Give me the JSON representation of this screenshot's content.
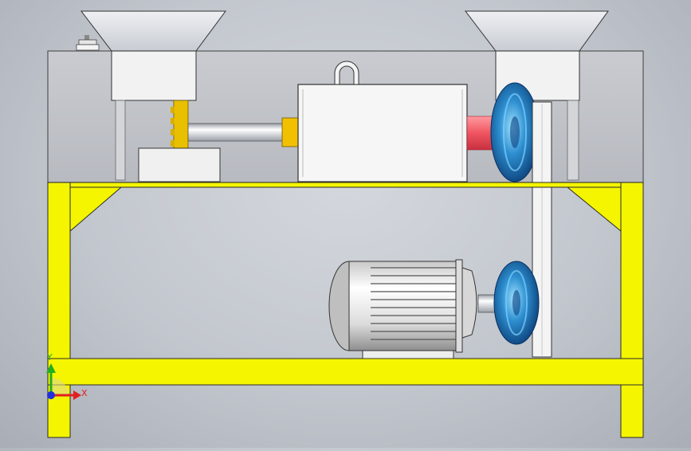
{
  "viewport": {
    "background": "#c6cad1",
    "frame_color": "#f5f500",
    "frame_edge": "#2a2a2a",
    "housing_color": "#c4c6cc",
    "pulley_color": "#2a7fc4",
    "motor_body_color": "#e8e8e8"
  },
  "components": {
    "hopper_left": "hopper-left",
    "hopper_right": "hopper-right",
    "housing": "machine-housing",
    "gearbox": "main-gearbox",
    "lifting_eye": "lifting-eye",
    "shaft": "drive-shaft",
    "motor": "electric-motor",
    "belt": "drive-belt"
  },
  "triad": {
    "x_label": "X",
    "y_label": "Y",
    "x_color": "#e02020",
    "y_color": "#20b020",
    "z_color": "#2030e0"
  }
}
